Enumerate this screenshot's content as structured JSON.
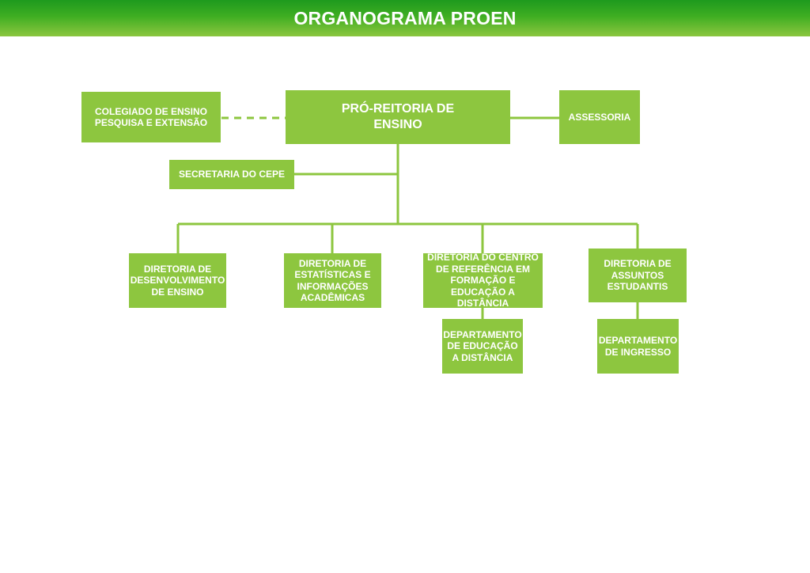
{
  "header": {
    "title": "ORGANOGRAMA PROEN",
    "colors": {
      "top": "#1e9a1e",
      "bottom": "#8cc63f"
    }
  },
  "diagram": {
    "box_color": "#8dc63f",
    "line_color": "#8dc63f",
    "nodes": {
      "pro_reitoria": "PRÓ-REITORIA DE\nENSINO",
      "colegiado": "COLEGIADO DE ENSINO\nPESQUISA E EXTENSÃO",
      "assessoria": "ASSESSORIA",
      "secretaria": "SECRETARIA DO CEPE",
      "dir_desenvolvimento": "DIRETORIA DE\nDESENVOLVIMENTO\nDE ENSINO",
      "dir_estatisticas": "DIRETORIA DE\nESTATÍSTICAS E\nINFORMAÇÕES\nACADÊMICAS",
      "dir_centro_referencia": "DIRETORIA DO CENTRO\nDE REFERÊNCIA EM\nFORMAÇÃO E\nEDUCAÇÃO A DISTÂNCIA",
      "dir_assuntos_estudantis": "DIRETORIA DE\nASSUNTOS\nESTUDANTIS",
      "dep_educacao_distancia": "DEPARTAMENTO\nDE EDUCAÇÃO\nA DISTÂNCIA",
      "dep_ingresso": "DEPARTAMENTO\nDE INGRESSO"
    }
  }
}
